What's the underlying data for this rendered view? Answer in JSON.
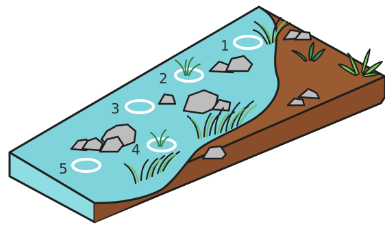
{
  "diagram": {
    "sites": [
      {
        "label": "1"
      },
      {
        "label": "2"
      },
      {
        "label": "3"
      },
      {
        "label": "4"
      },
      {
        "label": "5"
      }
    ],
    "icons": [
      "rock-icon",
      "grass-icon",
      "plant-icon",
      "ring-marker-icon"
    ]
  },
  "colors": {
    "water": "#7fd3da",
    "water_side": "#8fdde3",
    "soil": "#9a5a32",
    "soil_side": "#8a4d2a",
    "rock": "#bdbdbd",
    "grass": "#6fbe5b",
    "grass_dark": "#2f7d3a",
    "outline": "#1e1e1e",
    "ring": "#ffffff"
  }
}
